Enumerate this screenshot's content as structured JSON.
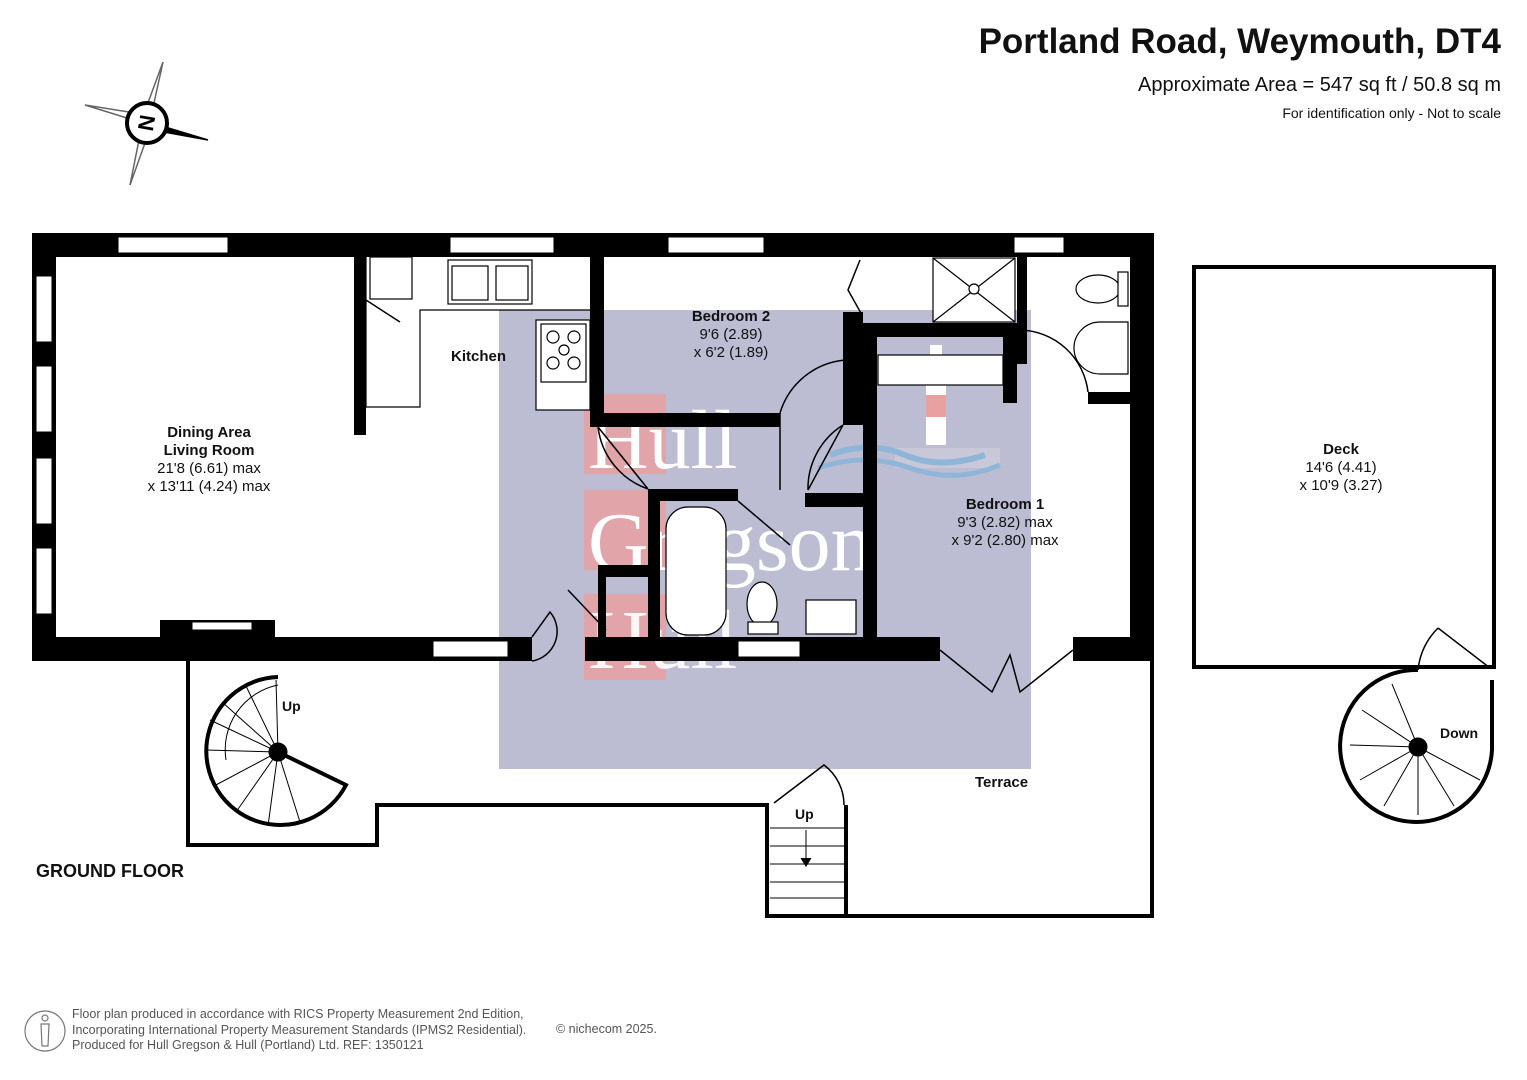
{
  "header": {
    "title": "Portland Road, Weymouth, DT4",
    "area": "Approximate Area = 547 sq ft / 50.8 sq m",
    "note": "For identification only - Not to scale"
  },
  "compass": {
    "letter": "N"
  },
  "rooms": {
    "dining": {
      "name1": "Dining Area",
      "name2": "Living Room",
      "dim1": "21'8 (6.61) max",
      "dim2": "x 13'11 (4.24) max"
    },
    "kitchen": {
      "name": "Kitchen"
    },
    "bedroom2": {
      "name": "Bedroom 2",
      "dim1": "9'6 (2.89)",
      "dim2": "x 6'2 (1.89)"
    },
    "bedroom1": {
      "name": "Bedroom 1",
      "dim1": "9'3 (2.82) max",
      "dim2": "x 9'2 (2.80) max"
    },
    "deck": {
      "name": "Deck",
      "dim1": "14'6 (4.41)",
      "dim2": "x 10'9 (3.27)"
    },
    "terrace": {
      "name": "Terrace"
    }
  },
  "stairs": {
    "up1": "Up",
    "up2": "Up",
    "down": "Down"
  },
  "floor_label": "GROUND FLOOR",
  "watermark": {
    "line1": "Hull",
    "line2": "Gregson",
    "line3": "Hull"
  },
  "footer": {
    "line1": "Floor plan produced in accordance with RICS Property Measurement 2nd Edition,",
    "line2": "Incorporating International Property Measurement Standards (IPMS2 Residential).",
    "line3": "Produced for Hull Gregson & Hull (Portland) Ltd.   REF: 1350121",
    "copyright": "© nichecom 2025."
  },
  "colors": {
    "wall": "#000000",
    "watermark_bg": "#bcbdd3",
    "watermark_red": "#e8a0a0",
    "water": "#8fb6d8"
  }
}
